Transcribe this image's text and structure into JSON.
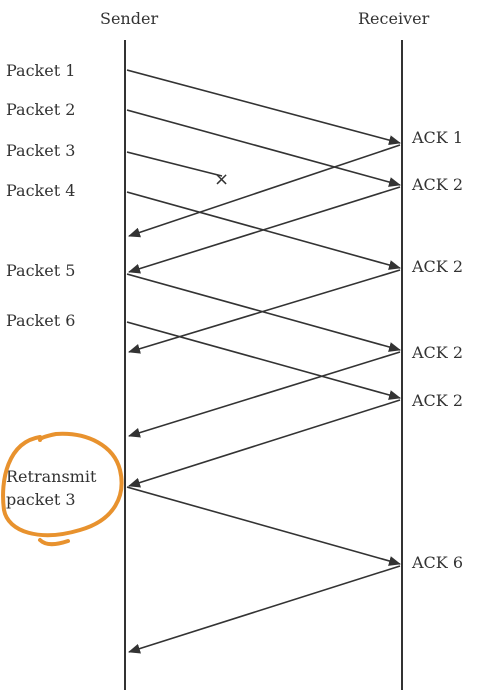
{
  "headers": {
    "sender": "Sender",
    "receiver": "Receiver"
  },
  "sender_labels": [
    "Packet 1",
    "Packet 2",
    "Packet 3",
    "Packet 4",
    "Packet 5",
    "Packet 6"
  ],
  "retransmit_label": [
    "Retransmit",
    "packet 3"
  ],
  "ack_labels": [
    "ACK 1",
    "ACK 2",
    "ACK 2",
    "ACK 2",
    "ACK 2",
    "ACK 6"
  ],
  "lost_marker": "×",
  "colors": {
    "highlight": "#e8922e",
    "ink": "#333333"
  }
}
